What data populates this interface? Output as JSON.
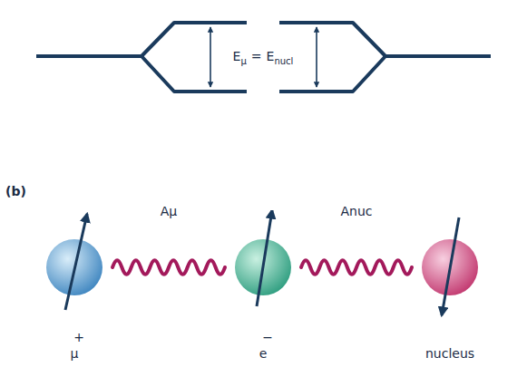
{
  "diagram": {
    "nodes": [
      {
        "text": [
          "+",
          "μ"
        ]
      },
      {
        "text": [
          "−",
          "e"
        ]
      },
      {
        "text": [
          "nucleus"
        ]
      }
    ],
    "edges": [
      {
        "from": 0,
        "to": 1,
        "arrow": "none",
        "label": "Aμ"
      },
      {
        "from": 1,
        "to": 2,
        "arrow": "none",
        "label": "Anuc"
      }
    ],
    "labels": [
      "E",
      "μ",
      "=",
      "E",
      "nucl",
      "(b)"
    ]
  }
}
